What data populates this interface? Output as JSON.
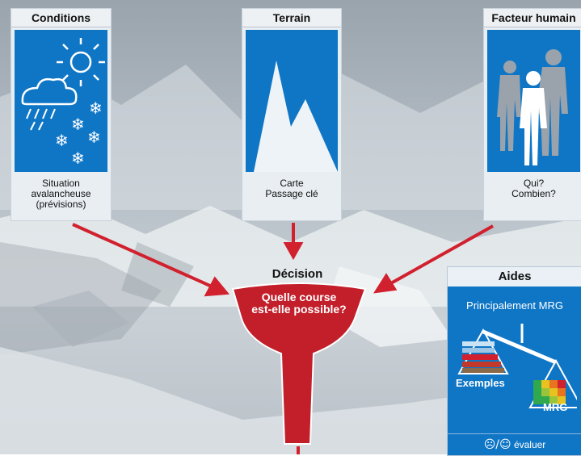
{
  "cards": [
    {
      "title": "Conditions",
      "caption": [
        "Situation",
        "avalancheuse",
        "(prévisions)"
      ],
      "icon": "weather-icon"
    },
    {
      "title": "Terrain",
      "caption": [
        "Carte",
        "Passage clé"
      ],
      "icon": "mountain-icon"
    },
    {
      "title": "Facteur humain",
      "caption": [
        "Qui?",
        "Combien?"
      ],
      "icon": "people-icon"
    }
  ],
  "decision": {
    "title": "Décision",
    "question": [
      "Quelle course",
      "est-elle possible?"
    ]
  },
  "aides": {
    "title": "Aides",
    "subtitle": "Principalement MRG",
    "left_label": "Exemples",
    "right_label": "MRG",
    "evaluate": "évaluer",
    "evaluate_symbols": "☹/☺"
  },
  "colors": {
    "panel_blue": "#0f76c6",
    "arrow_red": "#d1202e",
    "funnel_red": "#c21f2a"
  }
}
